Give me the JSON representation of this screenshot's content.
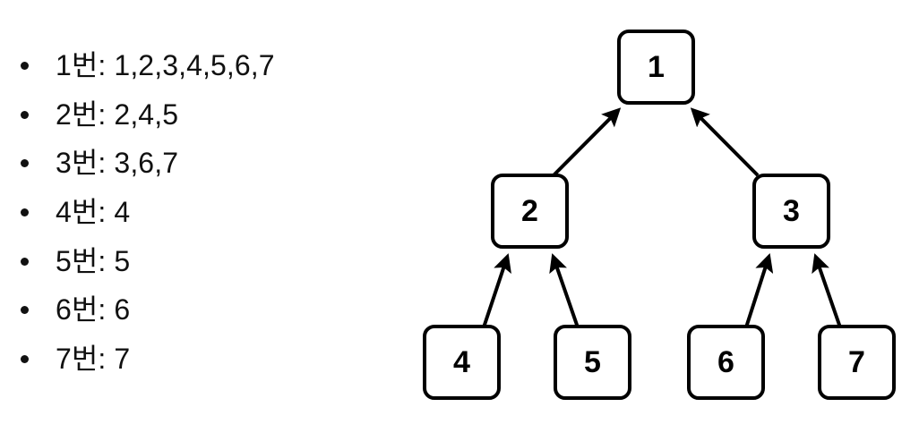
{
  "background_color": "#ffffff",
  "stroke_color": "#000000",
  "text_color": "#111111",
  "adjacency_list": {
    "items": [
      {
        "label": "1번: 1,2,3,4,5,6,7",
        "node": "1",
        "neighbors": "1,2,3,4,5,6,7"
      },
      {
        "label": "2번: 2,4,5",
        "node": "2",
        "neighbors": "2,4,5"
      },
      {
        "label": "3번: 3,6,7",
        "node": "3",
        "neighbors": "3,6,7"
      },
      {
        "label": "4번: 4",
        "node": "4",
        "neighbors": "4"
      },
      {
        "label": "5번: 5",
        "node": "5",
        "neighbors": "5"
      },
      {
        "label": "6번: 6",
        "node": "6",
        "neighbors": "6"
      },
      {
        "label": "7번: 7",
        "node": "7",
        "neighbors": "7"
      }
    ]
  },
  "tree": {
    "nodes": [
      {
        "id": "1",
        "label": "1"
      },
      {
        "id": "2",
        "label": "2"
      },
      {
        "id": "3",
        "label": "3"
      },
      {
        "id": "4",
        "label": "4"
      },
      {
        "id": "5",
        "label": "5"
      },
      {
        "id": "6",
        "label": "6"
      },
      {
        "id": "7",
        "label": "7"
      }
    ],
    "edges": [
      {
        "from": "2",
        "to": "1",
        "arrow": "up"
      },
      {
        "from": "3",
        "to": "1",
        "arrow": "up"
      },
      {
        "from": "4",
        "to": "2",
        "arrow": "up"
      },
      {
        "from": "5",
        "to": "2",
        "arrow": "up"
      },
      {
        "from": "6",
        "to": "3",
        "arrow": "up"
      },
      {
        "from": "7",
        "to": "3",
        "arrow": "up"
      }
    ]
  }
}
